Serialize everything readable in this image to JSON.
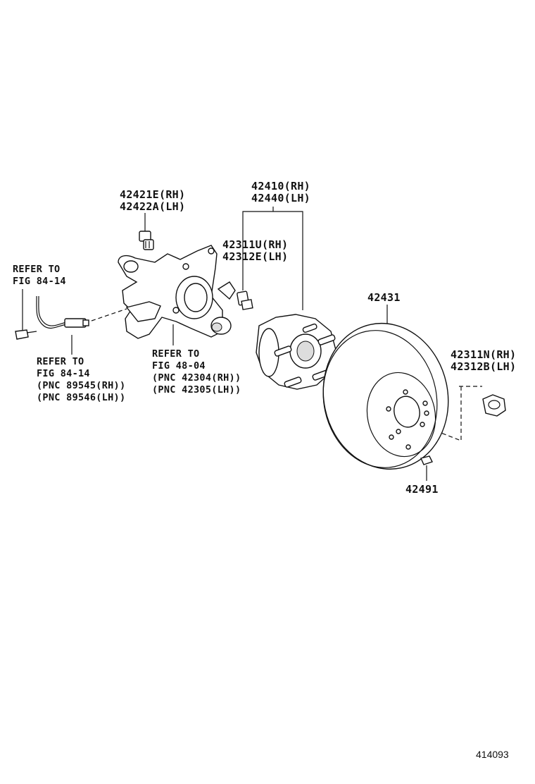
{
  "labels": {
    "knuckle_bolt": [
      "42421E(RH)",
      "42422A(LH)"
    ],
    "hub_assy": [
      "42410(RH)",
      "42440(LH)"
    ],
    "hub_bolt": [
      "42311U(RH)",
      "42312E(LH)"
    ],
    "disc": "42431",
    "hub_nut": [
      "42311N(RH)",
      "42312B(LH)"
    ],
    "disc_screw": "42491",
    "refer_sensor_top": [
      "REFER TO",
      "FIG 84-14"
    ],
    "refer_sensor": [
      "REFER TO",
      "FIG 84-14",
      "(PNC 89545(RH))",
      "(PNC 89546(LH))"
    ],
    "refer_knuckle": [
      "REFER TO",
      "FIG 48-04",
      "(PNC 42304(RH))",
      "(PNC 42305(LH))"
    ]
  },
  "figure_number": "414093"
}
